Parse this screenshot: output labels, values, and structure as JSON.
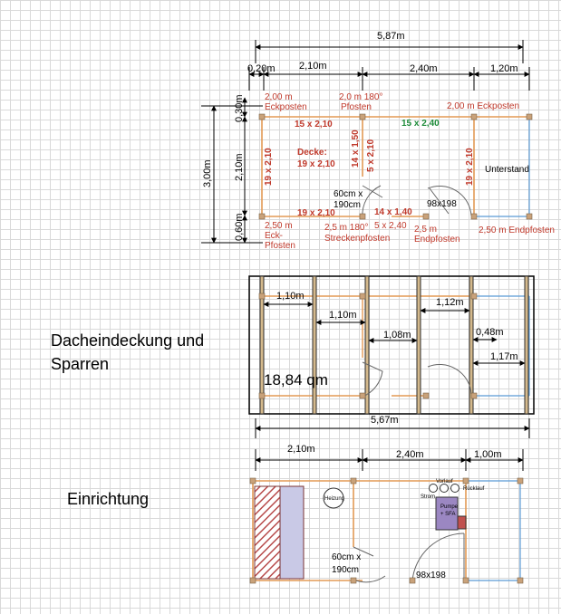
{
  "plan1": {
    "total_width": "5,87m",
    "seg_a": "0,20m",
    "seg_b": "2,10m",
    "seg_c": "2,40m",
    "seg_d": "1,20m",
    "depth_total": "3,00m",
    "depth_top": "0,30m",
    "depth_mid": "2,10m",
    "depth_bottom": "0,60m",
    "post_tl": [
      "2,00 m",
      "Eckposten"
    ],
    "post_tm": [
      "2,0 m 180°",
      "Pfosten"
    ],
    "post_tr": "2,00 m Eckposten",
    "post_bl": [
      "2,50 m",
      "Eck-",
      "Pfosten"
    ],
    "post_bm": [
      "2,5 m 180°",
      "Streckenpfosten"
    ],
    "post_bm2": [
      "5 x 2,40",
      "2,5 m",
      "Endpfosten"
    ],
    "post_br": "2,50 m Endpfosten",
    "beam_top_left": "15 x 2,10",
    "beam_top_right": "15 x 2,40",
    "beam_bottom": "19 x 2,10",
    "beam_bottom_right": "14 x 1,40",
    "beam_left": "19 x 2,10",
    "beam_mid_a": "14 x 1,50",
    "beam_mid_b": "5 x 2,10",
    "beam_right": "19 x 2,10",
    "deck_label": [
      "Decke:",
      "19 x 2,10"
    ],
    "shelter": "Unterstand",
    "door_small": [
      "60cm x",
      "190cm"
    ],
    "door_large": "98x198"
  },
  "plan2": {
    "heading": [
      "Dacheindeckung und",
      "Sparren"
    ],
    "area": "18,84 qm",
    "d1": "1,10m",
    "d2": "1,10m",
    "d3": "1,08m",
    "d4": "1,12m",
    "d5": "0,48m",
    "d6": "1,17m",
    "total": "5,67m"
  },
  "plan3": {
    "heading": "Einrichtung",
    "w1": "2,10m",
    "w2": "2,40m",
    "w3": "1,00m",
    "heater": "Heizung",
    "pump": [
      "Pumpe",
      "+ SFA"
    ],
    "flow": "Vorlauf",
    "return": "Rücklauf",
    "power": "Strom",
    "door_small": [
      "60cm x",
      "190cm"
    ],
    "door_large": "98x198"
  },
  "colors": {
    "beam": "#e39a55",
    "post": "#c9a27a",
    "shelter": "#5b9bd5",
    "dim_red": "#c0392b",
    "dim_green": "#1e8c3a",
    "bed_hatch": "#b74a4a",
    "bed_fill": "#c9c9e6",
    "pump_fill": "#9b87c2"
  }
}
